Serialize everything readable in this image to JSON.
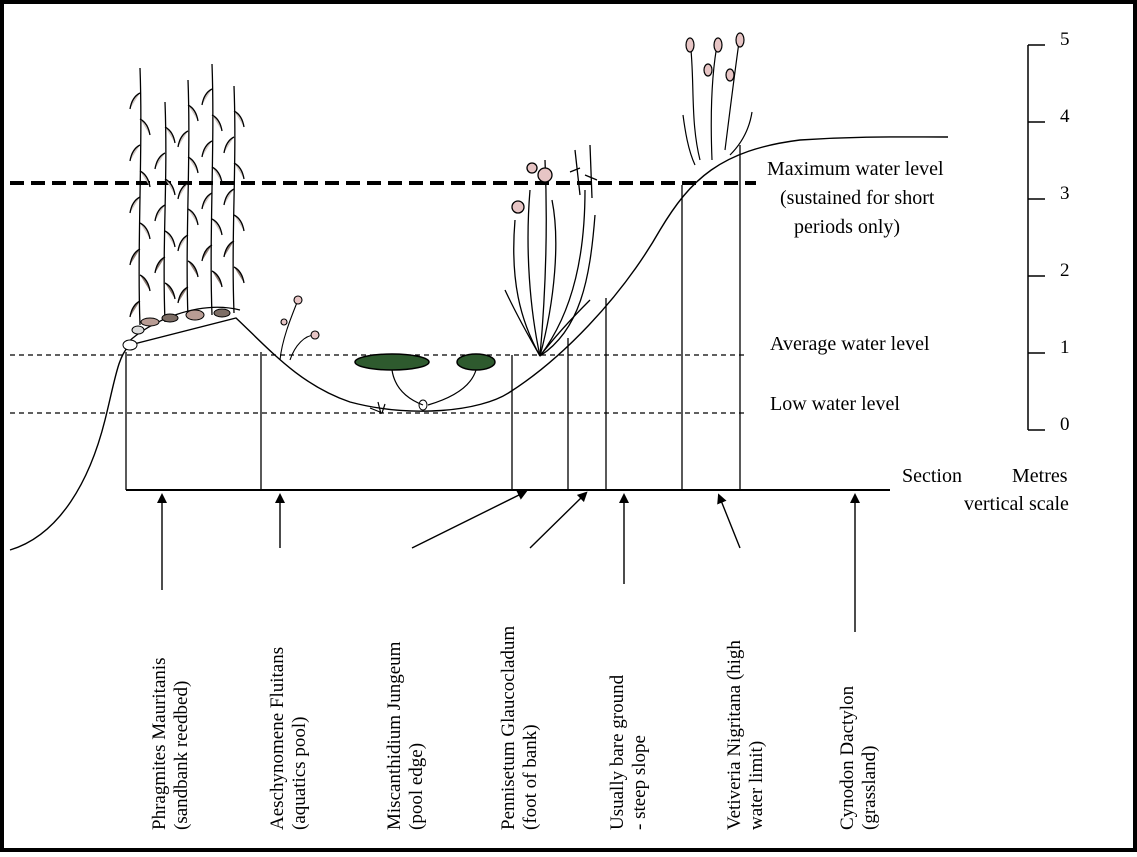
{
  "diagram": {
    "water_levels": {
      "maximum_line1": "Maximum water level",
      "maximum_line2": "(sustained for short",
      "maximum_line3": "periods only)",
      "average": "Average water level",
      "low": "Low water level"
    },
    "scale": {
      "ticks": [
        "0",
        "1",
        "2",
        "3",
        "4",
        "5"
      ],
      "section_label": "Section",
      "metres_label": "Metres",
      "vertical_scale_label": "vertical scale"
    },
    "zones": [
      {
        "line1": "Phragmites Mauritanis",
        "line2": "(sandbank reedbed)"
      },
      {
        "line1": "Aeschynomene Fluitans",
        "line2": "(aquatics pool)"
      },
      {
        "line1": "Miscanthidium Jungeum",
        "line2": "(pool edge)"
      },
      {
        "line1": "Pennisetum Glaucocladum",
        "line2": "(foot of bank)"
      },
      {
        "line1": "Usually bare ground",
        "line2": "- steep slope"
      },
      {
        "line1": "Vetiveria Nigritana (high",
        "line2": "water limit)"
      },
      {
        "line1": "Cynodon Dactylon",
        "line2": "(grassland)"
      }
    ]
  }
}
